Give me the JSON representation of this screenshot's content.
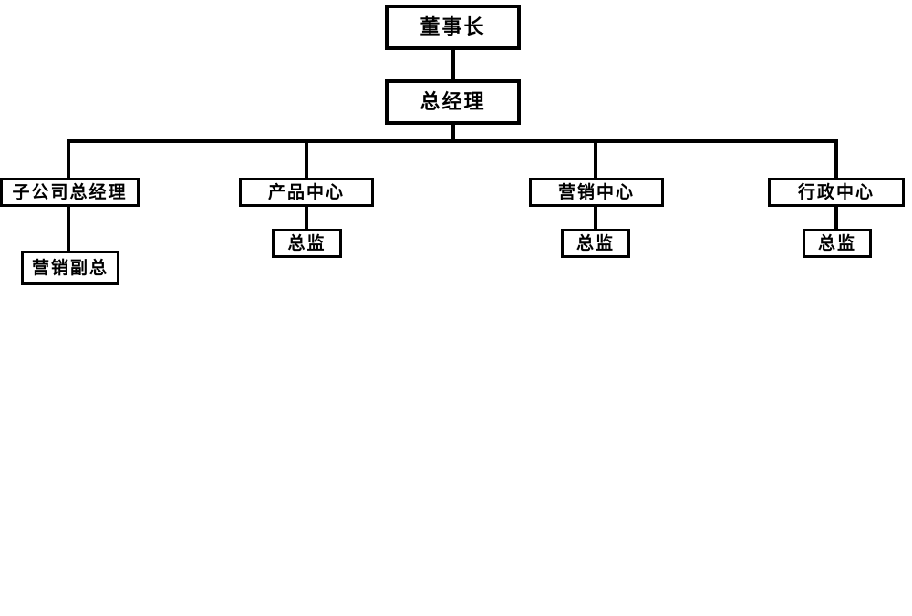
{
  "page": {
    "background_color": "#ffffff",
    "line_color": "#000000",
    "box_fill_color": "#ffffff",
    "text_color": "#000000"
  },
  "org_chart": {
    "type": "org-tree",
    "root": {
      "label": "董事长"
    },
    "level2": {
      "label": "总经理"
    },
    "branches": [
      {
        "label": "子公司总经理",
        "child_label": "营销副总"
      },
      {
        "label": "产品中心",
        "child_label": "总监"
      },
      {
        "label": "营销中心",
        "child_label": "总监"
      },
      {
        "label": "行政中心",
        "child_label": "总监"
      }
    ]
  }
}
